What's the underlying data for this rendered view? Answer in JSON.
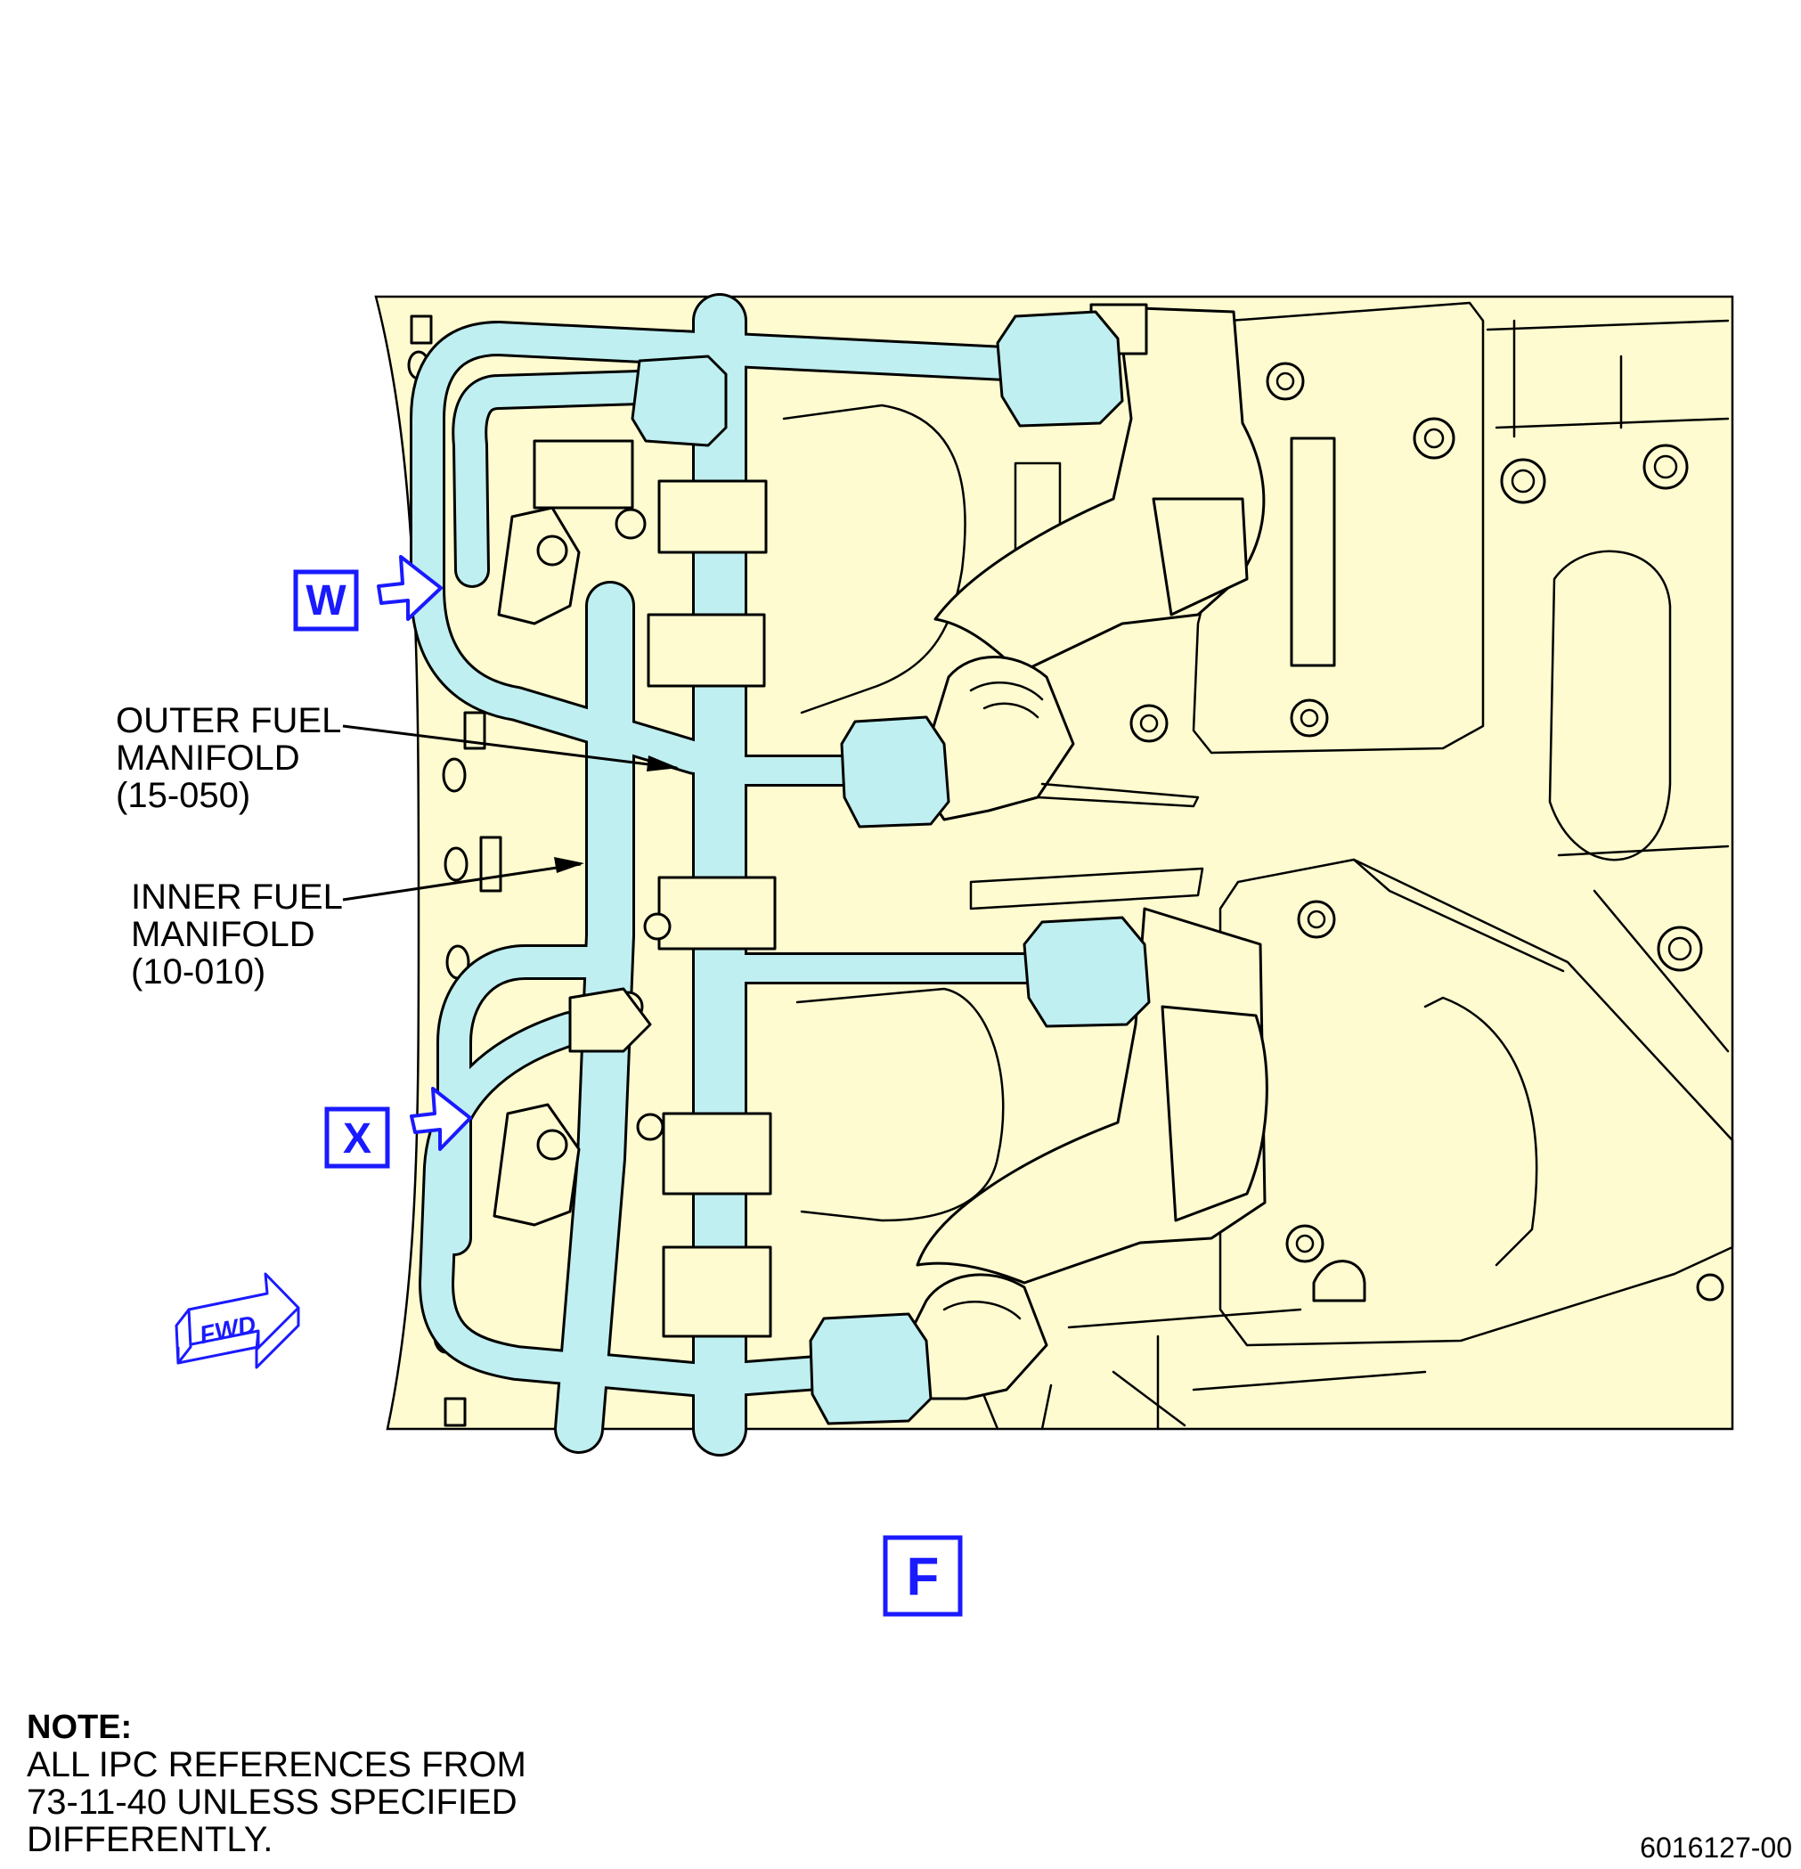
{
  "callouts": [
    {
      "lines": [
        "OUTER FUEL",
        "MANIFOLD",
        "(15-050)"
      ]
    },
    {
      "lines": [
        "INNER FUEL",
        "MANIFOLD",
        "(10-010)"
      ]
    }
  ],
  "view_labels": {
    "w": "W",
    "x": "X",
    "f": "F"
  },
  "fwd_label": "FWD",
  "note": {
    "title": "NOTE:",
    "lines": [
      "ALL IPC REFERENCES FROM",
      "73-11-40 UNLESS SPECIFIED",
      "DIFFERENTLY."
    ]
  },
  "figure_id": "6016127-00",
  "colors": {
    "panel": "#fdfbcf",
    "tube": "#bfeff0",
    "view_marker": "#1a1aff"
  },
  "icons": {
    "view_arrow": "hollow-right-arrow-icon",
    "fwd": "fwd-arrow-icon"
  }
}
